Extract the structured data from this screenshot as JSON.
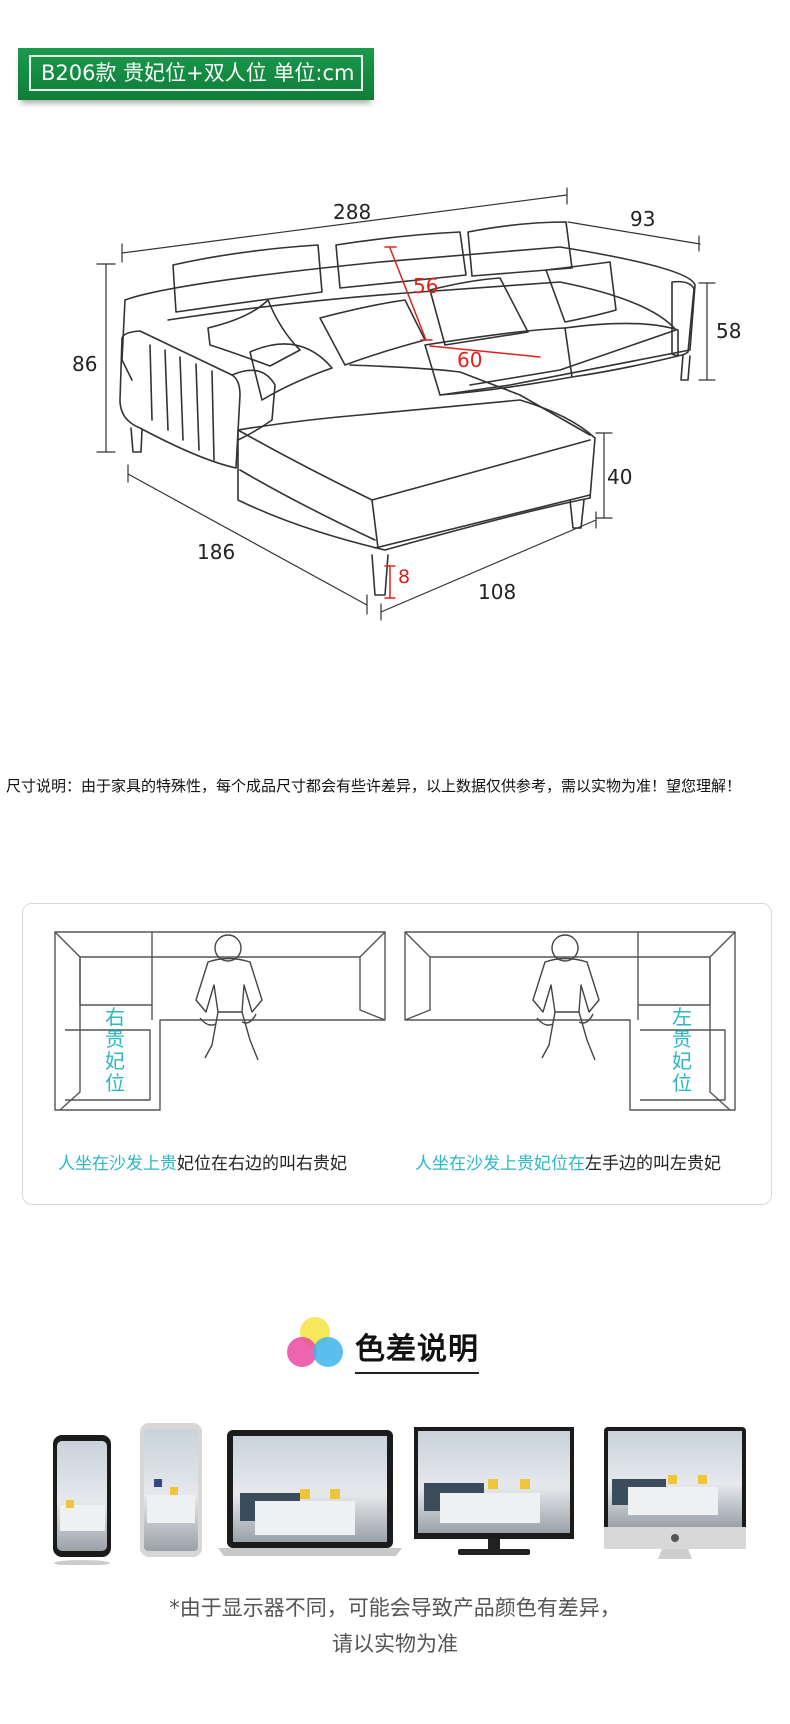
{
  "header": {
    "badge_text": "B206款 贵妃位+双人位 单位:cm"
  },
  "dimensions": {
    "total_length": "288",
    "depth": "93",
    "height": "86",
    "arm_height": "58",
    "backrest": "56",
    "seat_depth": "60",
    "chaise_length": "186",
    "seat_height": "40",
    "chaise_width": "108",
    "leg": "8"
  },
  "size_note": "尺寸说明：由于家具的特殊性，每个成品尺寸都会有些许差异，以上数据仅供参考，需以实物为准！望您理解！",
  "orientation": {
    "left_label_chars": [
      "右",
      "贵",
      "妃",
      "位"
    ],
    "right_label_chars": [
      "左",
      "贵",
      "妃",
      "位"
    ],
    "left_caption_teal": "人坐在沙发上贵",
    "left_caption_dark": "妃位在右边的叫右贵妃",
    "right_caption_teal": "人坐在沙发上贵妃位在",
    "right_caption_dark": "左手边的叫左贵妃"
  },
  "color_diff": {
    "title": "色差说明",
    "disclaimer_line1": "*由于显示器不同，可能会导致产品颜色有差异，",
    "disclaimer_line2": "请以实物为准"
  },
  "colors": {
    "badge_green": "#13893f",
    "teal": "#2cb7c2",
    "dim_red": "#e0201b"
  }
}
